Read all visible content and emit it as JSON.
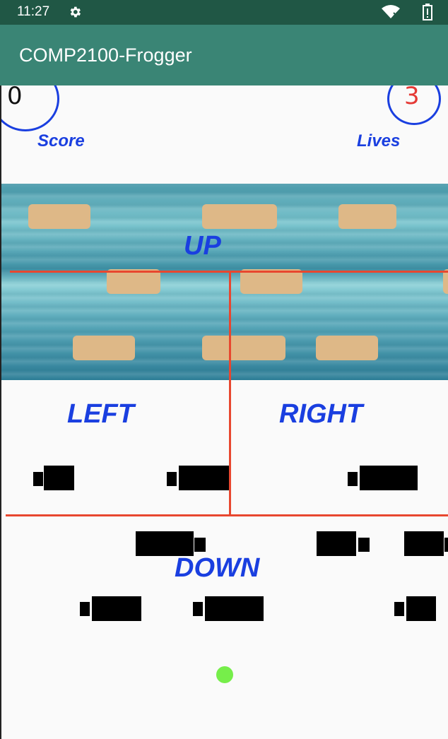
{
  "status_bar": {
    "time": "11:27",
    "icons": [
      "gear-icon",
      "wifi-icon",
      "battery-icon"
    ]
  },
  "app_bar": {
    "title": "COMP2100-Frogger"
  },
  "hud": {
    "score_value": "0",
    "score_label": "Score",
    "lives_value": "3",
    "lives_label": "Lives"
  },
  "controls": {
    "up": "UP",
    "left": "LEFT",
    "right": "RIGHT",
    "down": "DOWN"
  },
  "colors": {
    "status_bar": "#205745",
    "app_bar": "#3a8575",
    "hud_blue": "#1a3fe0",
    "lives_red": "#e53935",
    "guide_line": "#e8472f",
    "log": "#deb887",
    "car": "#000000",
    "frog": "#76ee4a"
  }
}
